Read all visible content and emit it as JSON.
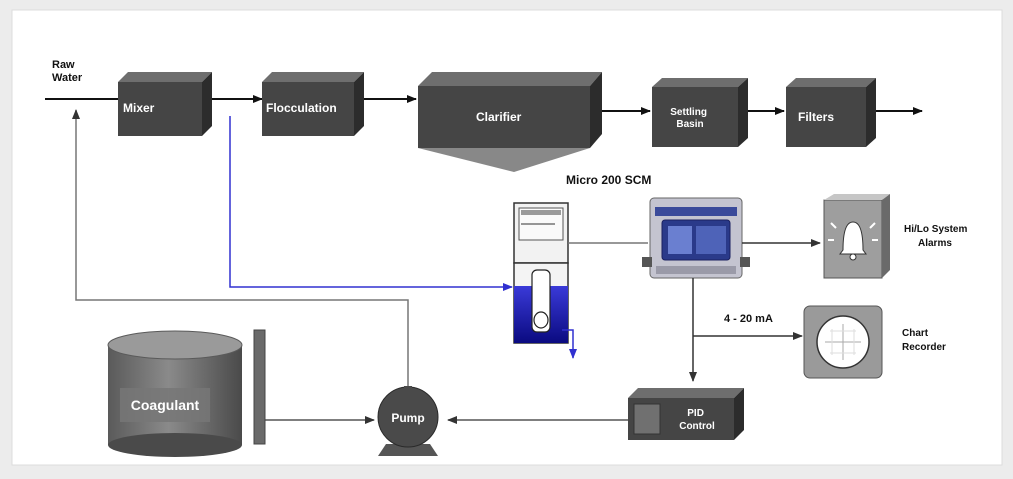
{
  "diagram": {
    "raw_water": [
      "Raw",
      "Water"
    ],
    "stages": {
      "mixer": "Mixer",
      "flocculation": "Flocculation",
      "clarifier": "Clarifier",
      "settling_basin": [
        "Settling",
        "Basin"
      ],
      "filters": "Filters"
    },
    "controller_title": "Micro 200 SCM",
    "alarms": [
      "Hi/Lo System",
      "Alarms"
    ],
    "signal": "4 - 20 mA",
    "chart_recorder": [
      "Chart",
      "Recorder"
    ],
    "pid_control": [
      "PID",
      "Control"
    ],
    "pump": "Pump",
    "coagulant": "Coagulant"
  }
}
